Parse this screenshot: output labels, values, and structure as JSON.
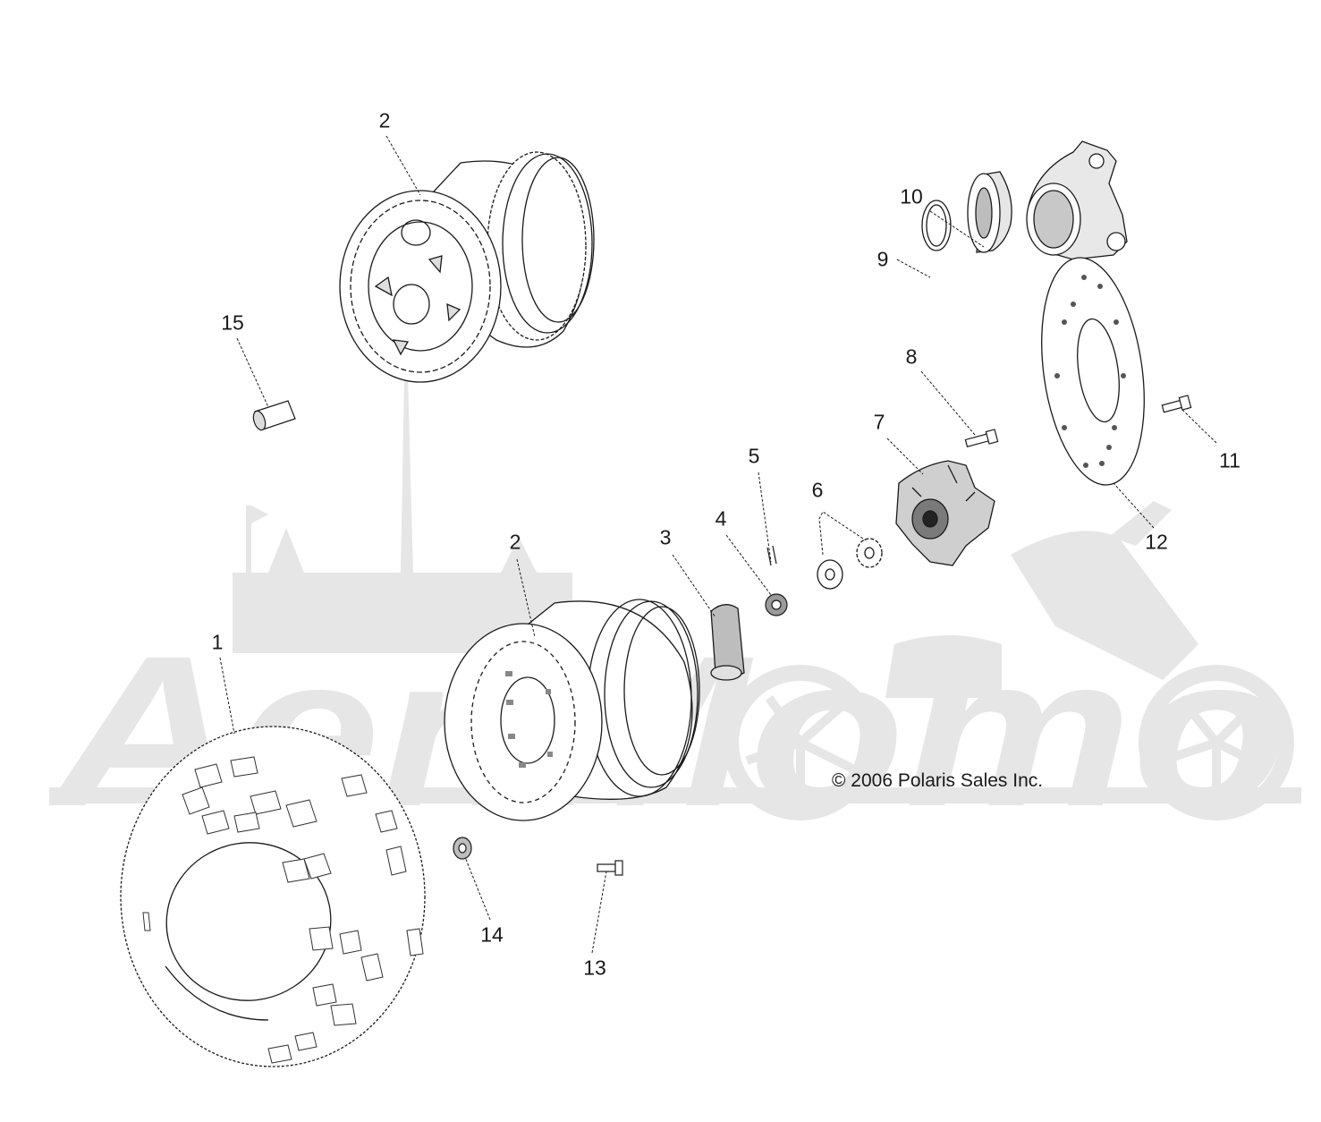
{
  "watermark": {
    "text": "AenMomo",
    "color": "#e6e6e6"
  },
  "copyright": "© 2006 Polaris Sales Inc.",
  "callouts": [
    {
      "id": "1",
      "label": "1"
    },
    {
      "id": "2a",
      "label": "2"
    },
    {
      "id": "2b",
      "label": "2"
    },
    {
      "id": "3",
      "label": "3"
    },
    {
      "id": "4",
      "label": "4"
    },
    {
      "id": "5",
      "label": "5"
    },
    {
      "id": "6",
      "label": "6"
    },
    {
      "id": "7",
      "label": "7"
    },
    {
      "id": "8",
      "label": "8"
    },
    {
      "id": "9",
      "label": "9"
    },
    {
      "id": "10",
      "label": "10"
    },
    {
      "id": "11",
      "label": "11"
    },
    {
      "id": "12",
      "label": "12"
    },
    {
      "id": "13",
      "label": "13"
    },
    {
      "id": "14",
      "label": "14"
    },
    {
      "id": "15",
      "label": "15"
    }
  ],
  "colors": {
    "line": "#1a1a1a",
    "shade": "#c8c8c8",
    "dark": "#555555"
  }
}
